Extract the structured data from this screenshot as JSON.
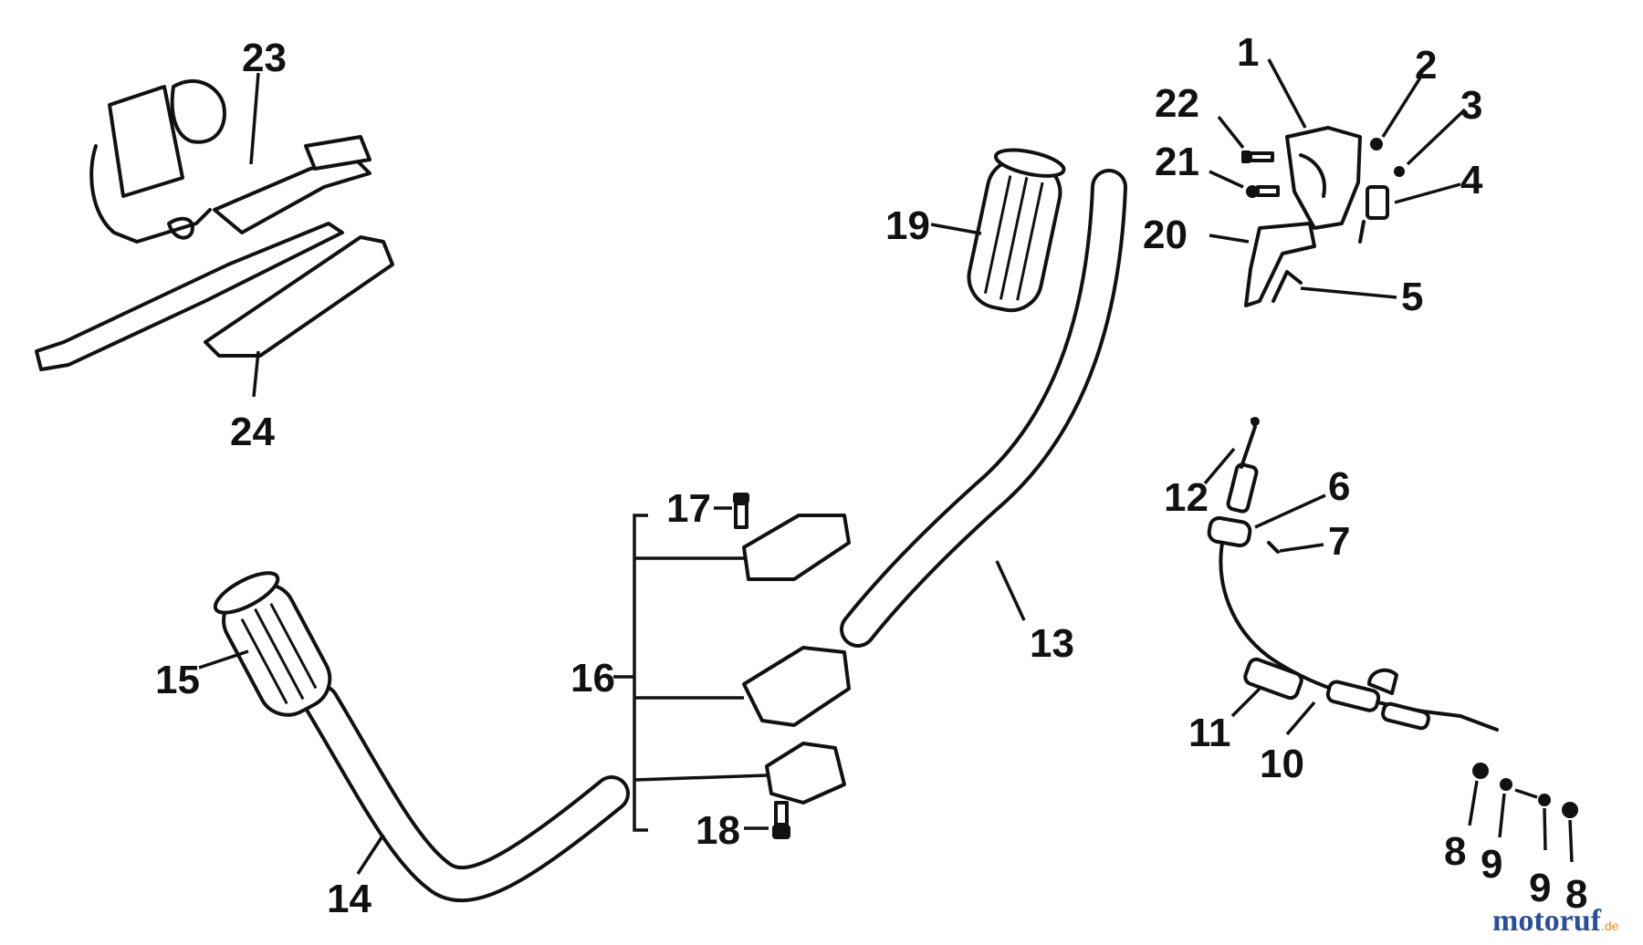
{
  "callouts": {
    "c1": "1",
    "c2": "2",
    "c3": "3",
    "c4": "4",
    "c5": "5",
    "c6": "6",
    "c7": "7",
    "c8a": "8",
    "c8b": "8",
    "c9a": "9",
    "c9b": "9",
    "c10": "10",
    "c11": "11",
    "c12": "12",
    "c13": "13",
    "c14": "14",
    "c15": "15",
    "c16": "16",
    "c17": "17",
    "c18": "18",
    "c19": "19",
    "c20": "20",
    "c21": "21",
    "c22": "22",
    "c23": "23",
    "c24": "24"
  },
  "watermark": {
    "brand": "motoruf",
    "tld": ".de"
  },
  "colors": {
    "ink": "#111111",
    "paper": "#ffffff",
    "watermark_blue": "#2a4f9a",
    "watermark_orange": "#e58a1f"
  }
}
